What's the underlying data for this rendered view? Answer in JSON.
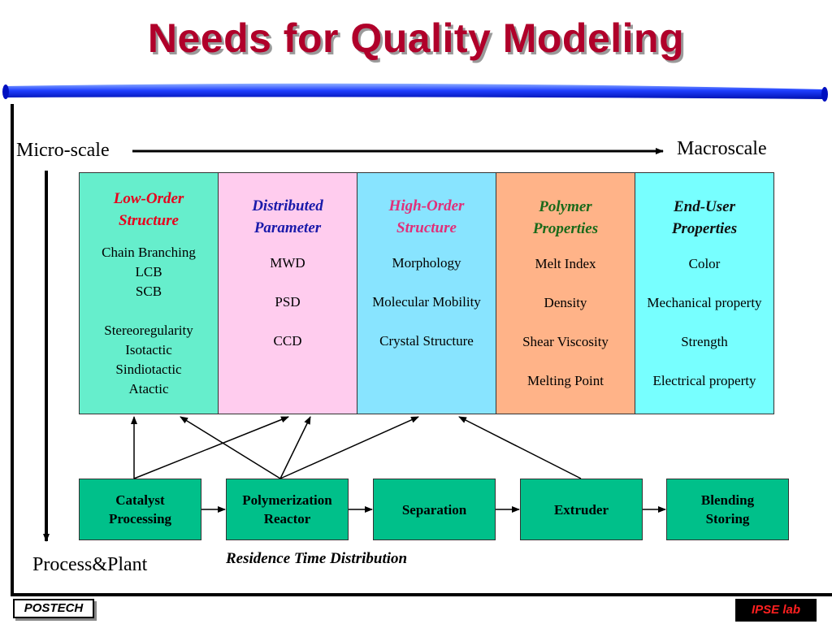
{
  "title": "Needs for Quality Modeling",
  "scale": {
    "micro": "Micro-scale",
    "macro": "Macroscale",
    "process": "Process&Plant"
  },
  "columns": [
    {
      "title": "Low-Order Structure",
      "title_color": "#e8001c",
      "bg": "#66eecc",
      "items": [
        "Chain Branching",
        "LCB",
        "SCB",
        "",
        "Stereoregularity",
        "Isotactic",
        "Sindiotactic",
        "Atactic"
      ]
    },
    {
      "title": "Distributed Parameter",
      "title_color": "#1a1aaa",
      "bg": "#ffccee",
      "items": [
        "MWD",
        "PSD",
        "CCD"
      ]
    },
    {
      "title": "High-Order Structure",
      "title_color": "#e0307a",
      "bg": "#88e4ff",
      "items": [
        "Morphology",
        "Molecular Mobility",
        "Crystal Structure"
      ]
    },
    {
      "title": "Polymer Properties",
      "title_color": "#1a6a1a",
      "bg": "#ffb388",
      "items": [
        "Melt Index",
        "Density",
        "Shear Viscosity",
        "Melting Point"
      ]
    },
    {
      "title": "End-User Properties",
      "title_color": "#101010",
      "bg": "#77ffff",
      "items": [
        "Color",
        "Mechanical property",
        "Strength",
        "Electrical property"
      ]
    }
  ],
  "process": [
    "Catalyst Processing",
    "Polymerization Reactor",
    "Separation",
    "Extruder",
    "Blending Storing"
  ],
  "process_color": "#00c08a",
  "rtd": "Residence Time Distribution",
  "footer": {
    "left": "POSTECH",
    "right": "IPSE lab"
  }
}
